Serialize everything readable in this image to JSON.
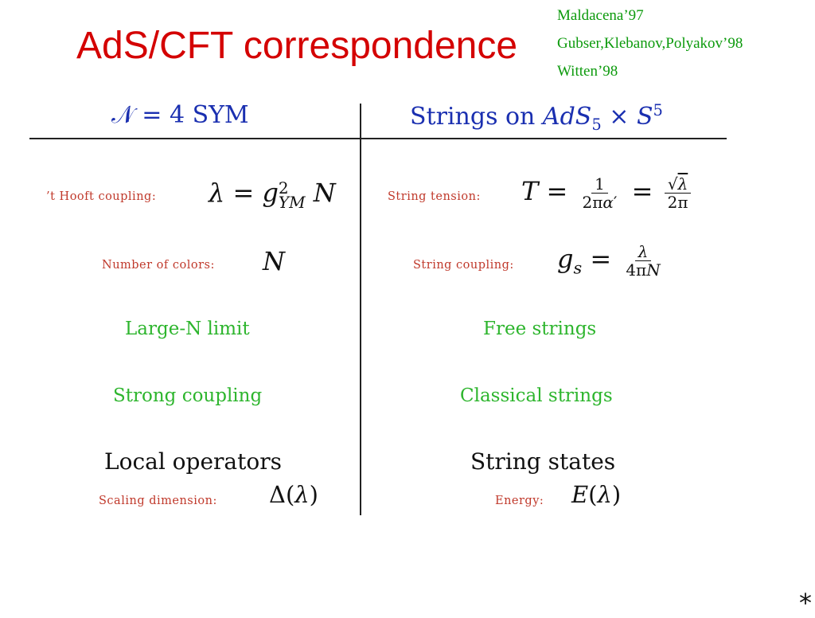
{
  "slide": {
    "title": "AdS/CFT correspondence",
    "references": [
      "Maldacena’97",
      "Gubser,Klebanov,Polyakov’98",
      "Witten’98"
    ],
    "corner_mark": "*"
  },
  "table": {
    "left_header": "𝒩 = 4 SYM",
    "right_header_text": "Strings on ",
    "right_header_math": "AdS",
    "right_header_sub": "5",
    "right_header_times": " × ",
    "right_header_S": "S",
    "right_header_sup": "5",
    "rows": [
      {
        "left_label": "’t Hooft coupling:",
        "left_formula": "λ = g²YM N",
        "right_label": "String tension:",
        "right_formula": "T = 1/(2πα′) = √λ/(2π)"
      },
      {
        "left_label": "Number of colors:",
        "left_formula": "N",
        "right_label": "String coupling:",
        "right_formula": "gs = λ/(4πN)"
      },
      {
        "left_text": "Large-N limit",
        "right_text": "Free strings"
      },
      {
        "left_text": "Strong coupling",
        "right_text": "Classical strings"
      },
      {
        "left_text": "Local operators",
        "right_text": "String states",
        "left_label": "Scaling dimension:",
        "left_formula": "Δ(λ)",
        "right_label": "Energy:",
        "right_formula": "E(λ)"
      }
    ]
  }
}
